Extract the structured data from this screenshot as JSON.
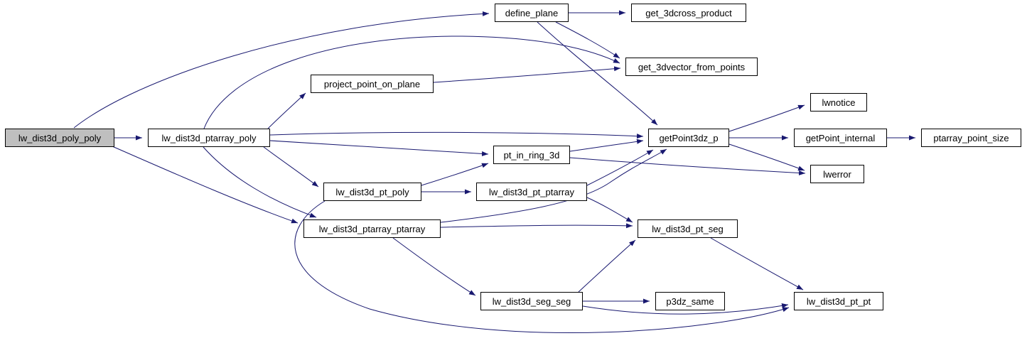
{
  "graph": {
    "type": "call-graph",
    "root": "lw_dist3d_poly_poly",
    "colors": {
      "edge": "#191970",
      "node_border": "#000000",
      "node_fill": "#ffffff",
      "root_fill": "#bfbfbf"
    },
    "nodes": [
      {
        "id": "lw_dist3d_poly_poly",
        "label": "lw_dist3d_poly_poly",
        "root": true
      },
      {
        "id": "lw_dist3d_ptarray_poly",
        "label": "lw_dist3d_ptarray_poly"
      },
      {
        "id": "define_plane",
        "label": "define_plane"
      },
      {
        "id": "get_3dcross_product",
        "label": "get_3dcross_product"
      },
      {
        "id": "get_3dvector_from_points",
        "label": "get_3dvector_from_points"
      },
      {
        "id": "project_point_on_plane",
        "label": "project_point_on_plane"
      },
      {
        "id": "getPoint3dz_p",
        "label": "getPoint3dz_p"
      },
      {
        "id": "lwnotice",
        "label": "lwnotice"
      },
      {
        "id": "getPoint_internal",
        "label": "getPoint_internal"
      },
      {
        "id": "ptarray_point_size",
        "label": "ptarray_point_size"
      },
      {
        "id": "lwerror",
        "label": "lwerror"
      },
      {
        "id": "pt_in_ring_3d",
        "label": "pt_in_ring_3d"
      },
      {
        "id": "lw_dist3d_pt_poly",
        "label": "lw_dist3d_pt_poly"
      },
      {
        "id": "lw_dist3d_pt_ptarray",
        "label": "lw_dist3d_pt_ptarray"
      },
      {
        "id": "lw_dist3d_ptarray_ptarray",
        "label": "lw_dist3d_ptarray_ptarray"
      },
      {
        "id": "lw_dist3d_pt_seg",
        "label": "lw_dist3d_pt_seg"
      },
      {
        "id": "lw_dist3d_seg_seg",
        "label": "lw_dist3d_seg_seg"
      },
      {
        "id": "p3dz_same",
        "label": "p3dz_same"
      },
      {
        "id": "lw_dist3d_pt_pt",
        "label": "lw_dist3d_pt_pt"
      }
    ],
    "edges": [
      [
        "lw_dist3d_poly_poly",
        "lw_dist3d_ptarray_poly"
      ],
      [
        "lw_dist3d_poly_poly",
        "define_plane"
      ],
      [
        "lw_dist3d_poly_poly",
        "lw_dist3d_ptarray_ptarray"
      ],
      [
        "define_plane",
        "get_3dcross_product"
      ],
      [
        "define_plane",
        "get_3dvector_from_points"
      ],
      [
        "define_plane",
        "getPoint3dz_p"
      ],
      [
        "lw_dist3d_ptarray_poly",
        "project_point_on_plane"
      ],
      [
        "lw_dist3d_ptarray_poly",
        "get_3dvector_from_points"
      ],
      [
        "lw_dist3d_ptarray_poly",
        "getPoint3dz_p"
      ],
      [
        "lw_dist3d_ptarray_poly",
        "pt_in_ring_3d"
      ],
      [
        "lw_dist3d_ptarray_poly",
        "lw_dist3d_pt_poly"
      ],
      [
        "lw_dist3d_ptarray_poly",
        "lw_dist3d_ptarray_ptarray"
      ],
      [
        "project_point_on_plane",
        "get_3dvector_from_points"
      ],
      [
        "pt_in_ring_3d",
        "getPoint3dz_p"
      ],
      [
        "pt_in_ring_3d",
        "lwerror"
      ],
      [
        "lw_dist3d_pt_poly",
        "pt_in_ring_3d"
      ],
      [
        "lw_dist3d_pt_poly",
        "lw_dist3d_pt_ptarray"
      ],
      [
        "lw_dist3d_pt_poly",
        "lw_dist3d_pt_pt"
      ],
      [
        "lw_dist3d_pt_ptarray",
        "getPoint3dz_p"
      ],
      [
        "lw_dist3d_pt_ptarray",
        "lw_dist3d_pt_seg"
      ],
      [
        "lw_dist3d_ptarray_ptarray",
        "getPoint3dz_p"
      ],
      [
        "lw_dist3d_ptarray_ptarray",
        "lw_dist3d_pt_seg"
      ],
      [
        "lw_dist3d_ptarray_ptarray",
        "lw_dist3d_seg_seg"
      ],
      [
        "lw_dist3d_seg_seg",
        "p3dz_same"
      ],
      [
        "lw_dist3d_seg_seg",
        "lw_dist3d_pt_seg"
      ],
      [
        "lw_dist3d_seg_seg",
        "lw_dist3d_pt_pt"
      ],
      [
        "lw_dist3d_pt_seg",
        "lw_dist3d_pt_pt"
      ],
      [
        "getPoint3dz_p",
        "lwnotice"
      ],
      [
        "getPoint3dz_p",
        "getPoint_internal"
      ],
      [
        "getPoint3dz_p",
        "lwerror"
      ],
      [
        "getPoint_internal",
        "ptarray_point_size"
      ]
    ]
  }
}
